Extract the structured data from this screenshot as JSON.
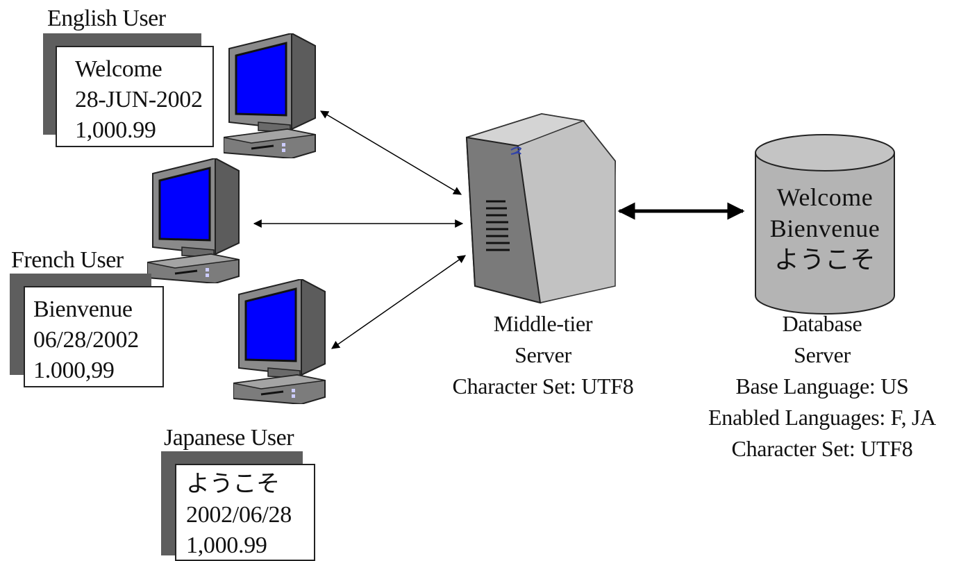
{
  "users": {
    "english": {
      "title": "English User",
      "lines": [
        "Welcome",
        "28-JUN-2002",
        "1,000.99"
      ]
    },
    "french": {
      "title": "French User",
      "lines": [
        "Bienvenue",
        "06/28/2002",
        "1.000,99"
      ]
    },
    "japanese": {
      "title": "Japanese User",
      "lines": [
        "ようこそ",
        "2002/06/28",
        "1,000.99"
      ]
    }
  },
  "middle_tier": {
    "lines": [
      "Middle-tier",
      "Server",
      "Character Set: UTF8"
    ]
  },
  "database": {
    "cylinder_lines": [
      "Welcome",
      "Bienvenue",
      "ようこそ"
    ],
    "lines": [
      "Database",
      "Server",
      "Base Language: US",
      "Enabled Languages: F, JA",
      "Character Set: UTF8"
    ]
  },
  "colors": {
    "screen": "#0000ff",
    "monitor": "#7a7a7a",
    "cylinder": "#b4b4b4",
    "card_shadow": "#5e5e5e"
  },
  "icons": [
    "computer-icon",
    "server-tower-icon",
    "database-cylinder-icon",
    "bidirectional-arrow"
  ]
}
